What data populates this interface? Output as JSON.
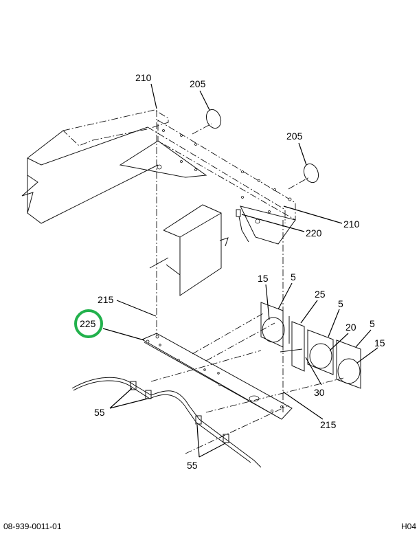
{
  "diagram": {
    "callouts": {
      "c210_top": "210",
      "c205_a": "205",
      "c205_b": "205",
      "c210_right": "210",
      "c220": "220",
      "c15_a": "15",
      "c5_a": "5",
      "c25": "25",
      "c5_b": "5",
      "c20": "20",
      "c5_c": "5",
      "c15_b": "15",
      "c215_left": "215",
      "c225": "225",
      "c30": "30",
      "c215_right": "215",
      "c55_left": "55",
      "c55_bottom": "55"
    },
    "highlight_color": "#22b14c"
  },
  "footer": {
    "drawing_number": "08-939-0011-01",
    "sheet_code": "H04"
  }
}
